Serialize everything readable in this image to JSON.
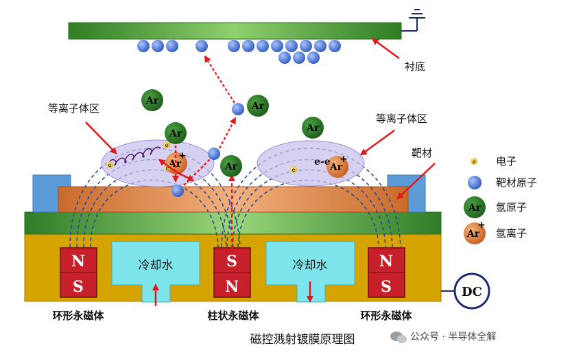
{
  "labels": {
    "substrate": "衬底",
    "plasma_left": "等离子体区",
    "plasma_right": "等离子体区",
    "target": "靶材",
    "cooling_water_left": "冷却水",
    "cooling_water_right": "冷却水",
    "ring_magnet_left": "环形永磁体",
    "column_magnet": "柱状永磁体",
    "ring_magnet_right": "环形永磁体",
    "dc": "DC",
    "caption": "磁控溅射镀膜原理图"
  },
  "magnets": {
    "left": {
      "top": "N",
      "bottom": "S"
    },
    "center": {
      "top": "S",
      "bottom": "N"
    },
    "right": {
      "top": "N",
      "bottom": "S"
    }
  },
  "particles": {
    "argon": "Ar",
    "ion_sign": "+",
    "electron": "e",
    "electron_minus": "e-e"
  },
  "legend": [
    {
      "icon": "electron-icon",
      "label": "电子"
    },
    {
      "icon": "target-atom-icon",
      "label": "靶材原子"
    },
    {
      "icon": "argon-atom-icon",
      "label": "氩原子"
    },
    {
      "icon": "argon-ion-icon",
      "label": "氩离子"
    }
  ],
  "watermark": "公众号 · 半导体全解",
  "colors": {
    "substrate": "#2f7d24",
    "base": "#d6a400",
    "magnet": "#c8202a",
    "cooling": "#7fe5ec",
    "target": "#d9773a",
    "plate": "#2e8a2a",
    "atom": "#3f6fd1",
    "argon": "#2f7a2c",
    "ion": "#e07a35",
    "plasma": "#c9c2ec",
    "arrow": "#e01818"
  }
}
